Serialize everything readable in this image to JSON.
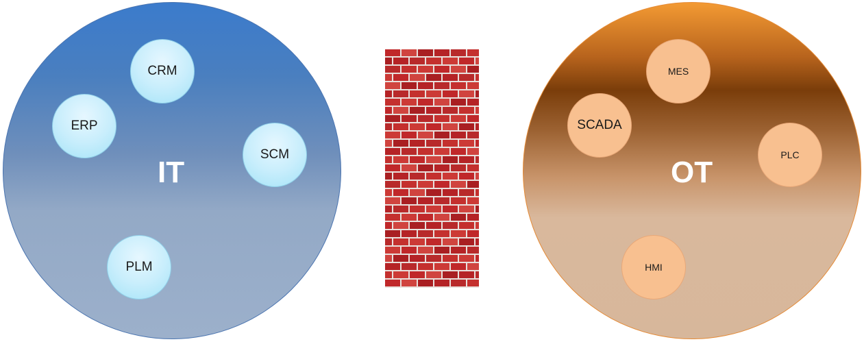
{
  "it": {
    "label": "IT",
    "nodes": [
      "CRM",
      "ERP",
      "SCM",
      "PLM"
    ],
    "color_top": "#3b7bcc",
    "color_bottom": "#9cb0cb",
    "node_color": "#c9eefc"
  },
  "ot": {
    "label": "OT",
    "nodes": [
      "MES",
      "SCADA",
      "PLC",
      "HMI"
    ],
    "color_top": "#f39a33",
    "color_bottom": "#d7b79b",
    "node_color": "#f8c090"
  },
  "wall": {
    "icon": "brick-wall-icon",
    "brick_color": "#c0282a",
    "mortar_color": "#e8e0dc"
  }
}
